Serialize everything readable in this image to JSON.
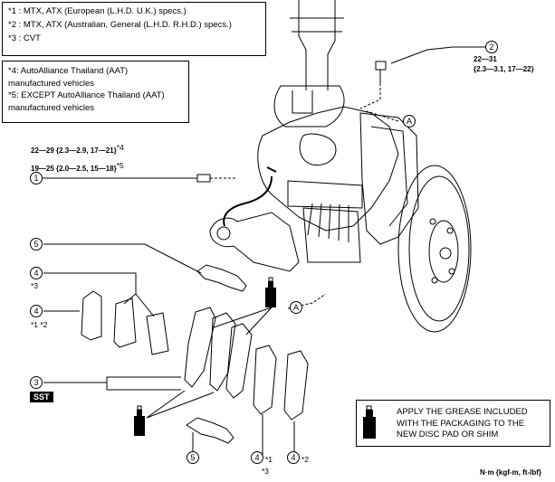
{
  "spec_notes": [
    "*1 : MTX, ATX (European (L.H.D. U.K.) specs.)",
    "*2 : MTX, ATX (Australian, General (L.H.D. R.H.D.) specs.)",
    "*3 : CVT"
  ],
  "vehicle_notes": [
    "*4: AutoAlliance Thailand (AAT)",
    "manufactured vehicles",
    "*5: EXCEPT AutoAlliance Thailand (AAT)",
    "manufactured vehicles"
  ],
  "torque": {
    "bolt2_line1": "22—31",
    "bolt2_line2": "{2.3—3.1, 17—22}",
    "bolt1_aat": "22—29 {2.3—2.9, 17—21}",
    "bolt1_aat_mark": "*4",
    "bolt1_other": "19—25 {2.0—2.5, 15—18}",
    "bolt1_other_mark": "*5"
  },
  "callouts": {
    "c1": "1",
    "c2": "2",
    "c3": "3",
    "c4a": "4",
    "c4b": "4",
    "c4c": "4",
    "c4d": "4",
    "c5a": "5",
    "c5b": "5",
    "view_a1": "A",
    "view_a2": "A"
  },
  "callout_notes": {
    "c4a_note": "*3",
    "c4b_note": "*1 *2",
    "c4c_note": "*1",
    "c4c_note2": "*3",
    "c4d_note": "*2"
  },
  "sst_label": "SST",
  "grease_label": "GREASE",
  "legend_lines": [
    "APPLY THE GREASE INCLUDED",
    "WITH THE PACKAGING TO THE",
    "NEW DISC PAD OR SHIM"
  ],
  "units": "N·m {kgf-m, ft-lbf}"
}
